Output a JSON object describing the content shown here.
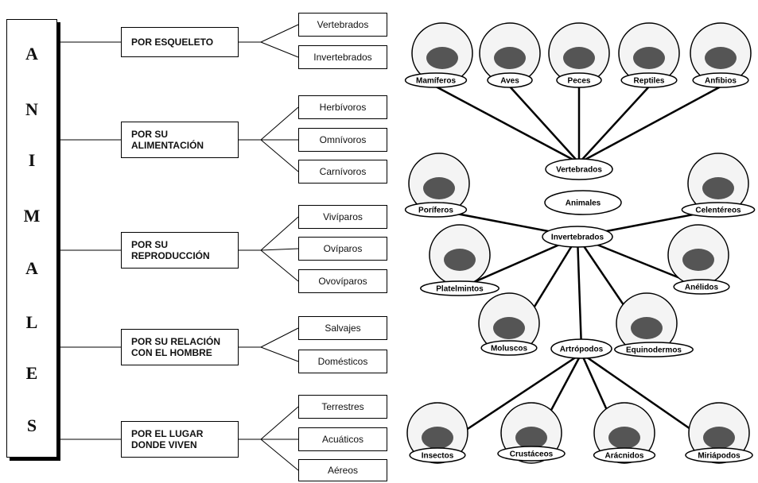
{
  "left": {
    "title_letters": [
      "A",
      "N",
      "I",
      "M",
      "A",
      "L",
      "E",
      "S"
    ],
    "categories": [
      {
        "label": "POR ESQUELETO",
        "items": [
          "Vertebrados",
          "Invertebrados"
        ]
      },
      {
        "label": "POR SU\nALIMENTACIÓN",
        "items": [
          "Herbívoros",
          "Omnívoros",
          "Carnívoros"
        ]
      },
      {
        "label": "POR SU\nREPRODUCCIÓN",
        "items": [
          "Vivíparos",
          "Ovíparos",
          "Ovovíparos"
        ]
      },
      {
        "label": "POR SU RELACIÓN\nCON EL HOMBRE",
        "items": [
          "Salvajes",
          "Domésticos"
        ]
      },
      {
        "label": "POR EL LUGAR\nDONDE VIVEN",
        "items": [
          "Terrestres",
          "Acuáticos",
          "Aéreos"
        ]
      }
    ]
  },
  "right": {
    "center": "Animales",
    "vertebrados": "Vertebrados",
    "invertebrados": "Invertebrados",
    "artropodos": "Artrópodos",
    "vert_groups": [
      "Mamíferos",
      "Aves",
      "Peces",
      "Reptiles",
      "Anfibios"
    ],
    "invert_groups": [
      "Poríferos",
      "Celentéreos",
      "Platelmintos",
      "Anélidos",
      "Moluscos",
      "Equinodermos"
    ],
    "arthro_groups": [
      "Insectos",
      "Crustáceos",
      "Arácnidos",
      "Miriápodos"
    ]
  }
}
